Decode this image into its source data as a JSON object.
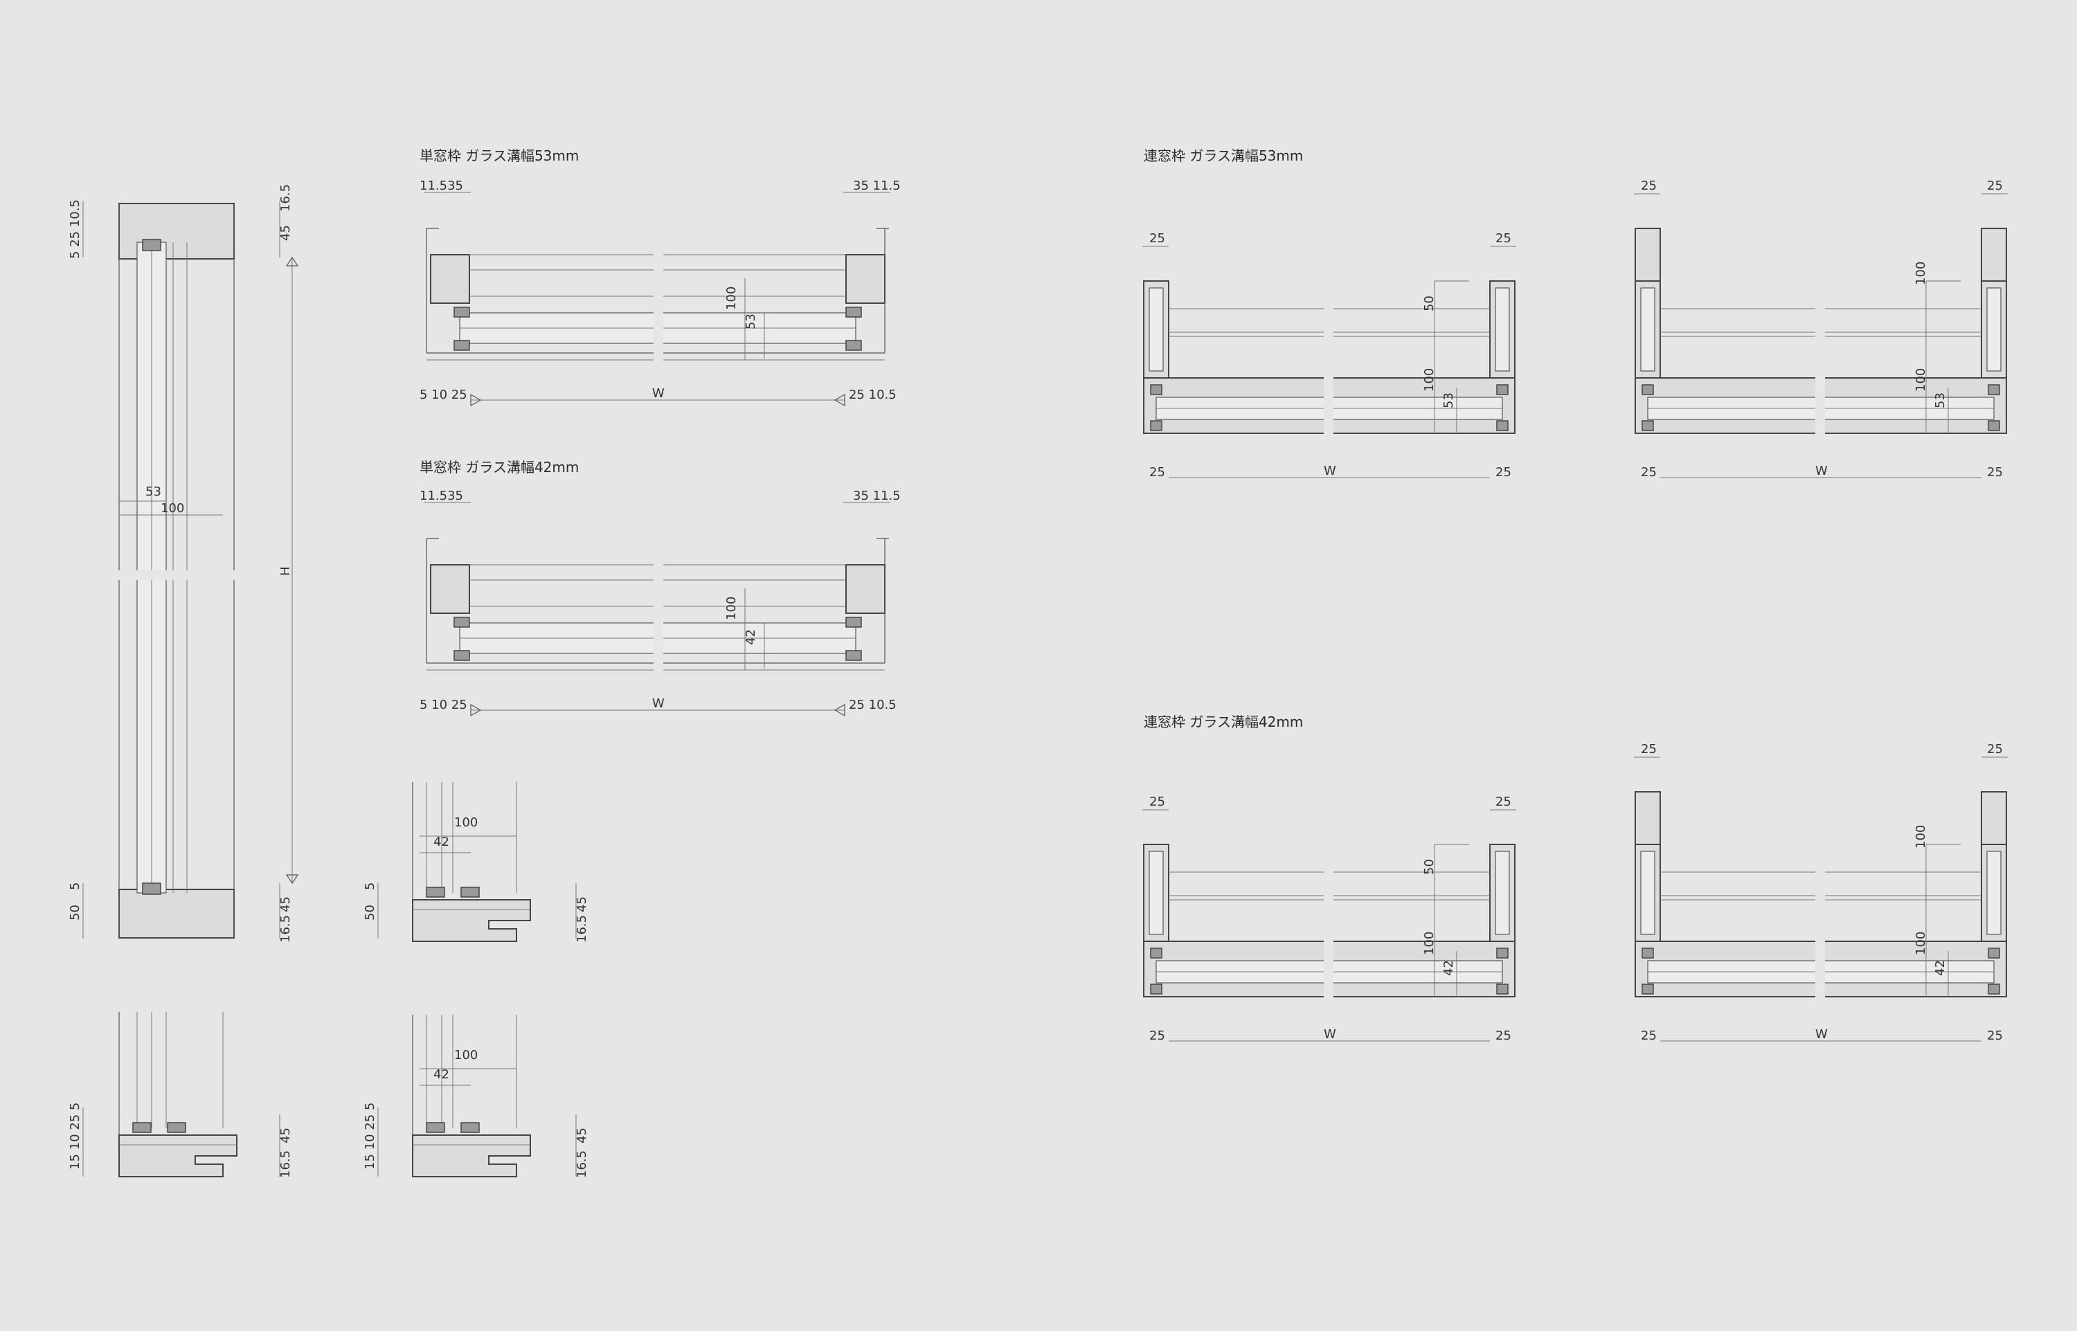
{
  "titles": {
    "single_53": "単窓枠 ガラス溝幅53mm",
    "single_42": "単窓枠 ガラス溝幅42mm",
    "multi_53": "連窓枠 ガラス溝幅53mm",
    "multi_42": "連窓枠 ガラス溝幅42mm"
  },
  "dims": {
    "w": "W",
    "h": "H",
    "d5": "5",
    "d25": "25",
    "d35": "35",
    "d42": "42",
    "d45": "45",
    "d50": "50",
    "d53": "53",
    "d100": "100",
    "d10_5": "10.5",
    "d11_5": "11.5",
    "d16_5": "16.5",
    "t_11_5_35": "11.535",
    "t_5_10_25": "5 10 25",
    "t_25_10_5": "25 10.5",
    "t_35_11_5": "35  11.5",
    "t_5_25_10_5": "5 25 10.5",
    "t_15_10_25_5": "15 10 25 5"
  }
}
